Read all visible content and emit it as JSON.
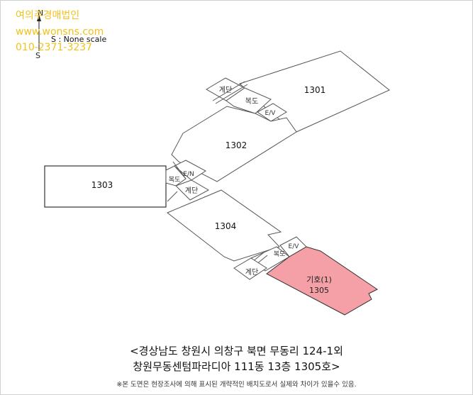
{
  "watermark": {
    "line1": "여의주경매법인",
    "line2": "www.wonsns.com",
    "line3": "010-2371-3237"
  },
  "compass": {
    "north": "N",
    "south": "S",
    "scale_label": "S :   None scale"
  },
  "units": {
    "u1301": "1301",
    "u1302": "1302",
    "u1303": "1303",
    "u1304": "1304",
    "u1305_label": "기호(1)",
    "u1305": "1305"
  },
  "cores": {
    "stair_top": "계단",
    "lobby_top": "복도",
    "ev_top": "E/V",
    "ev_mid": "E/N",
    "lobby_mid": "복도",
    "stair_mid": "계단",
    "ev_bottom": "E/V",
    "lobby_bottom": "복도",
    "stair_bottom": "계단"
  },
  "colors": {
    "highlight": "#f4a0a6",
    "watermark": "#f2c21b"
  },
  "caption": {
    "line1": "<경상남도 창원시 의창구 북면 무동리 124-1외",
    "line2": "창원무동센텀파라디아 111동 13층 1305호>"
  },
  "footnote": "※본 도면은 현장조사에 의해 표시된 개략적인 배치도로서 실제와 차이가 있을수 있음."
}
